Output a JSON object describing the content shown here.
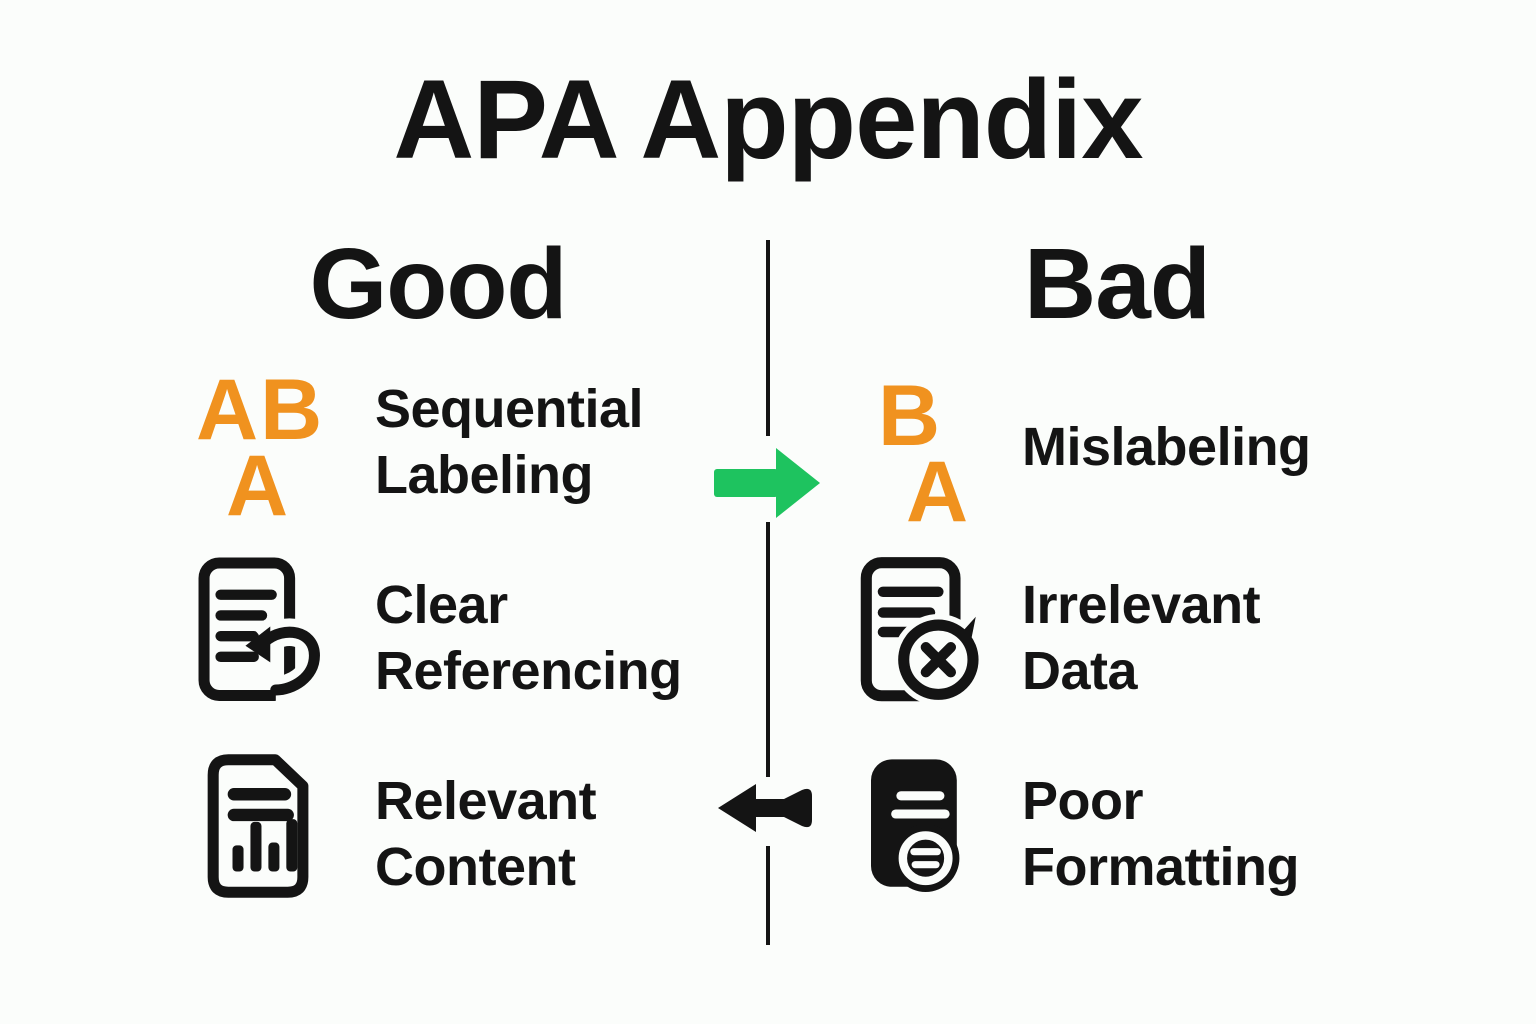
{
  "title": "APA Appendix",
  "colors": {
    "orange": "#F0921F",
    "green": "#1EC35F",
    "ink": "#141414",
    "background": "#FBFDFB"
  },
  "columns": {
    "good": {
      "header": "Good",
      "items": [
        {
          "icon": "sequential-letters-glyph",
          "glyphs": {
            "line1": "AB",
            "line2": "A"
          },
          "label": {
            "line1": "Sequential",
            "line2": "Labeling"
          }
        },
        {
          "icon": "document-reference-icon",
          "label": {
            "line1": "Clear",
            "line2": "Referencing"
          }
        },
        {
          "icon": "document-chart-icon",
          "label": {
            "line1": "Relevant",
            "line2": "Content"
          }
        }
      ]
    },
    "bad": {
      "header": "Bad",
      "items": [
        {
          "icon": "mislabeled-letters-glyph",
          "glyphs": {
            "line1": "B",
            "line2": "A"
          },
          "label": {
            "line1": "Mislabeling",
            "line2": ""
          }
        },
        {
          "icon": "document-crossed-icon",
          "label": {
            "line1": "Irrelevant",
            "line2": "Data"
          }
        },
        {
          "icon": "document-solid-icon",
          "label": {
            "line1": "Poor",
            "line2": "Formatting"
          }
        }
      ]
    }
  },
  "arrows": {
    "top": "green-right-arrow",
    "bottom": "black-left-arrow"
  }
}
